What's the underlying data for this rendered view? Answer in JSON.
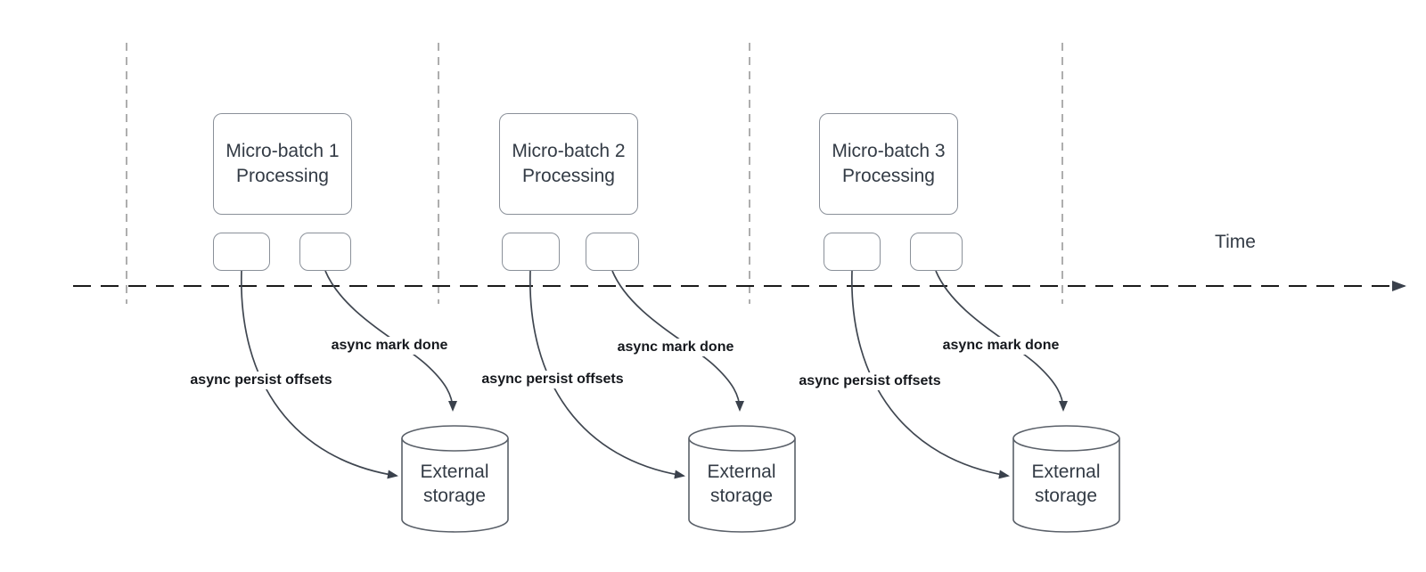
{
  "diagram": {
    "time_label": "Time",
    "groups": [
      {
        "box_label": "Micro-batch 1\nProcessing",
        "persist_arrow_label": "async persist offsets",
        "mark_done_arrow_label": "async mark done",
        "storage_label": "External\nstorage"
      },
      {
        "box_label": "Micro-batch 2\nProcessing",
        "persist_arrow_label": "async persist offsets",
        "mark_done_arrow_label": "async mark done",
        "storage_label": "External\nstorage"
      },
      {
        "box_label": "Micro-batch 3\nProcessing",
        "persist_arrow_label": "async persist offsets",
        "mark_done_arrow_label": "async mark done",
        "storage_label": "External\nstorage"
      }
    ],
    "colors": {
      "shape_stroke": "#8a9099",
      "cylinder_stroke": "#5a6069",
      "arrow": "#3f4650",
      "axis": "#1a1a1a",
      "guide": "#aeaeae",
      "shape_text": "#333b45",
      "arrow_label_text": "#15181d"
    }
  }
}
